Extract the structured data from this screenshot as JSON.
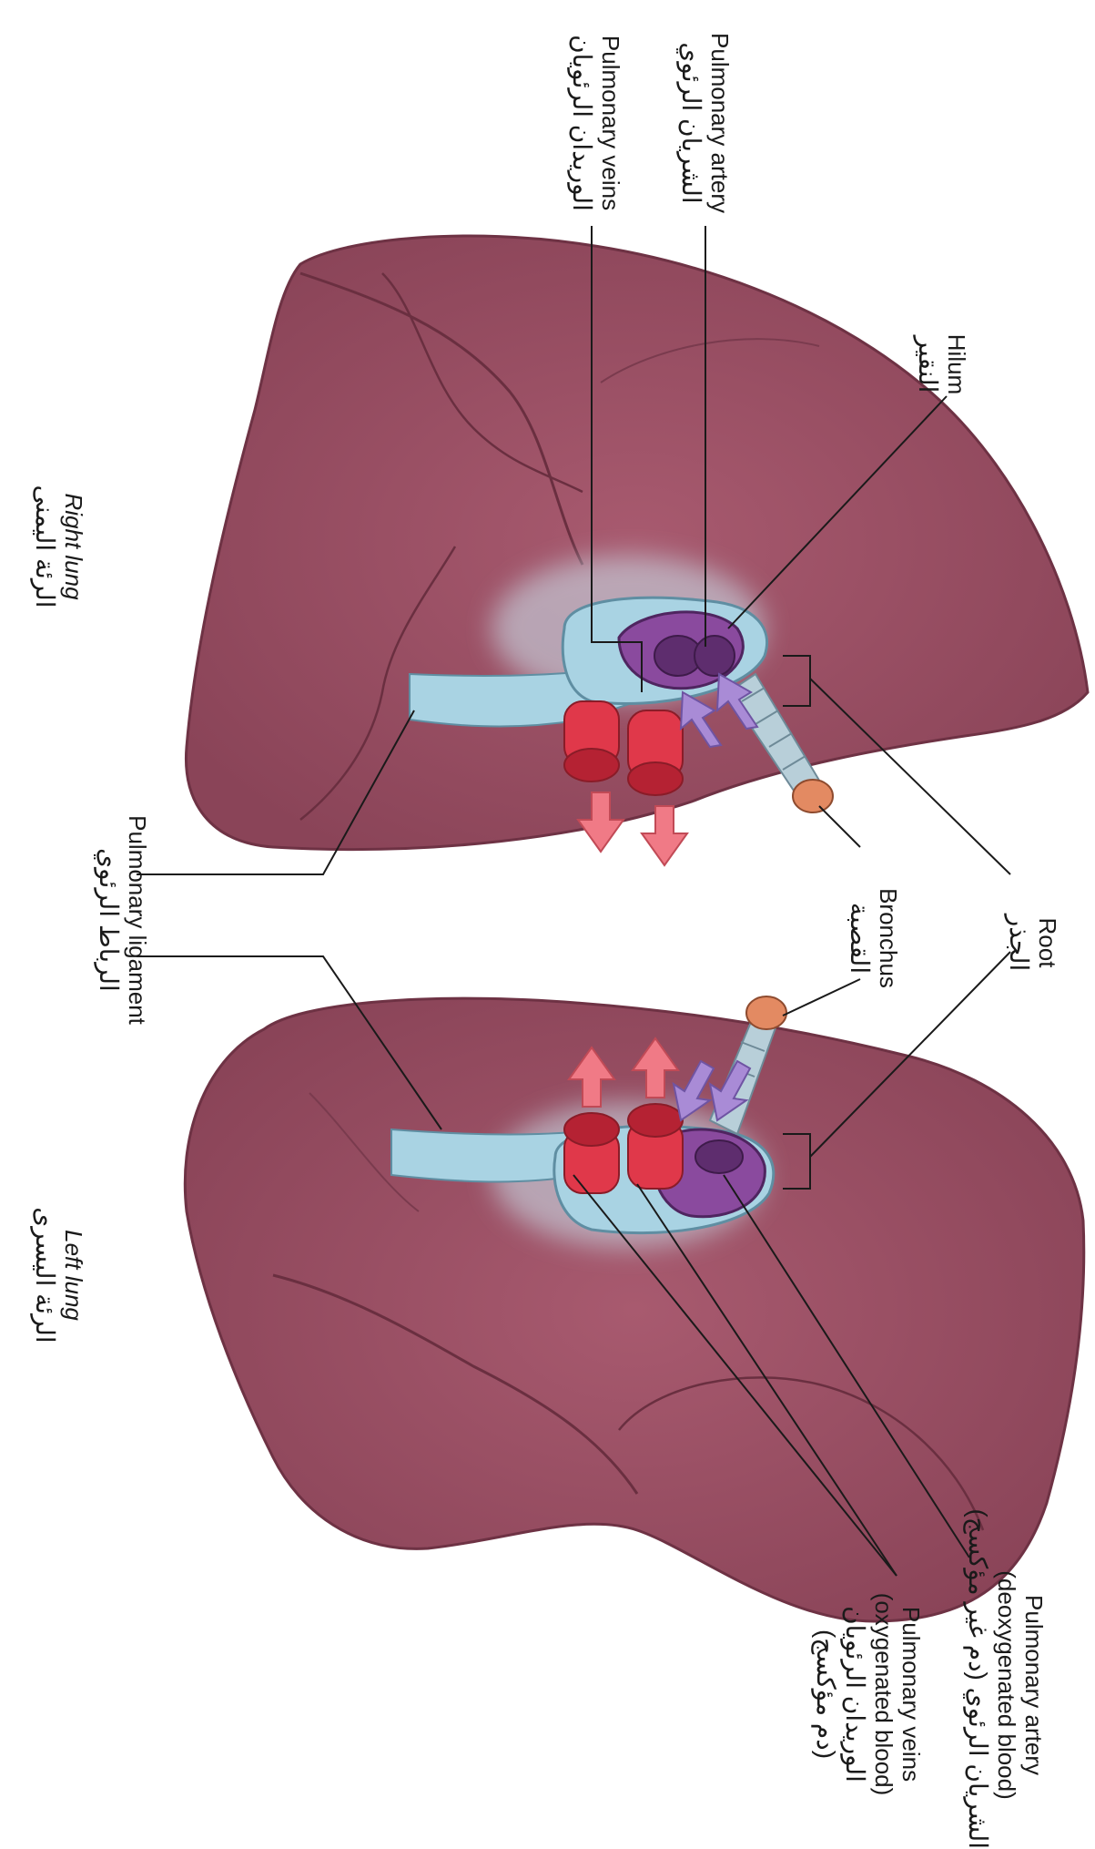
{
  "labels": {
    "pulmonary_artery_top": {
      "en": "Pulmonary artery",
      "ar": "الشريان الرئوي"
    },
    "pulmonary_veins_top": {
      "en": "Pulmonary veins",
      "ar": "الوريدان الرئويان"
    },
    "hilum": {
      "en": "Hilum",
      "ar": "النقير"
    },
    "root": {
      "en": "Root",
      "ar": "الجذر"
    },
    "bronchus": {
      "en": "Bronchus",
      "ar": "القصبة"
    },
    "pulmonary_ligament": {
      "en": "Pulmonary ligament",
      "ar": "الرباط الرئوي"
    },
    "right_lung": {
      "en": "Right lung",
      "ar": "الرئة اليمنى"
    },
    "left_lung": {
      "en": "Left lung",
      "ar": "الرئة اليسرى"
    },
    "pulmonary_artery_bottom": {
      "en1": "Pulmonary artery",
      "en2": "(deoxygenated blood)",
      "ar": "الشريان الرئوي (دم غير مؤكسج)"
    },
    "pulmonary_veins_bottom": {
      "en1": "Pulmonary veins",
      "en2": "(oxygenated blood)",
      "ar1": "الوريدان الرئويان",
      "ar2": "(دم مؤكسج)"
    }
  },
  "colors": {
    "lung": "#9a4f63",
    "lung_dark": "#7a3a4c",
    "ligament": "#a9d3e3",
    "artery": "#8a4a9e",
    "vein": "#e0384a",
    "bronchus": "#b8cfd9",
    "arrow_blue": "#a98bd6",
    "arrow_red": "#f07a86"
  }
}
